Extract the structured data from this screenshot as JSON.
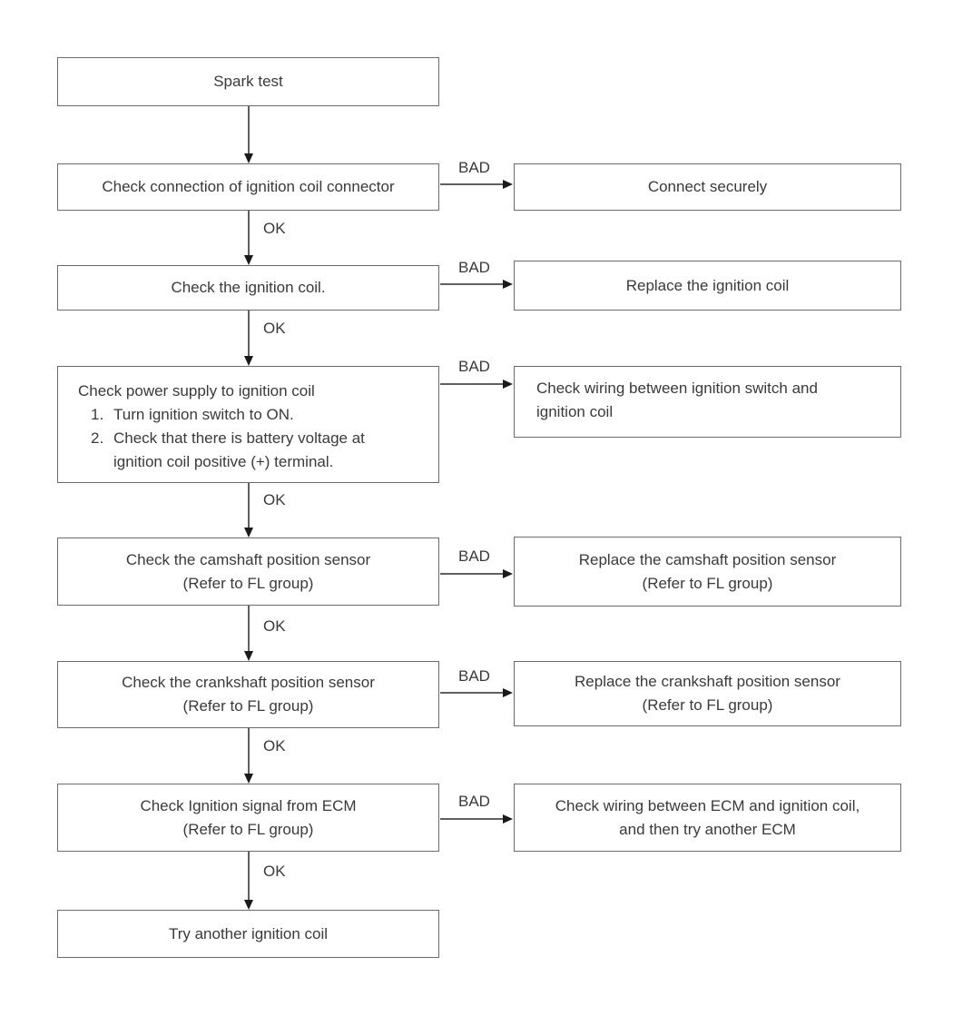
{
  "colors": {
    "background": "#ffffff",
    "box_fill": "#ffffff",
    "border": "#6b6b6b",
    "line": "#606060",
    "arrowhead": "#1a1a1a",
    "text": "#3a3a3a"
  },
  "connectors": {
    "ok_label": "OK",
    "bad_label": "BAD"
  },
  "flowchart": {
    "start": {
      "label": "Spark test"
    },
    "rows": [
      {
        "check": {
          "lines": [
            "Check connection of ignition coil connector"
          ]
        },
        "bad_action": {
          "lines": [
            "Connect securely"
          ]
        }
      },
      {
        "check": {
          "lines": [
            "Check the ignition coil."
          ]
        },
        "bad_action": {
          "lines": [
            "Replace the ignition coil"
          ]
        }
      },
      {
        "check": {
          "title": "Check power supply to ignition coil",
          "steps": [
            {
              "num": "1.",
              "text": "Turn ignition switch to ON."
            },
            {
              "num": "2.",
              "text": "Check that there is battery voltage at ignition coil positive (+) terminal."
            }
          ]
        },
        "bad_action": {
          "lines": [
            "Check wiring between ignition switch and",
            "ignition coil"
          ]
        }
      },
      {
        "check": {
          "lines": [
            "Check the camshaft position sensor",
            "(Refer to FL group)"
          ]
        },
        "bad_action": {
          "lines": [
            "Replace the camshaft position sensor",
            "(Refer to FL group)"
          ]
        }
      },
      {
        "check": {
          "lines": [
            "Check the crankshaft position sensor",
            "(Refer to FL group)"
          ]
        },
        "bad_action": {
          "lines": [
            "Replace the crankshaft position sensor",
            "(Refer to FL group)"
          ]
        }
      },
      {
        "check": {
          "lines": [
            "Check Ignition signal from ECM",
            "(Refer to FL group)"
          ]
        },
        "bad_action": {
          "lines": [
            "Check wiring between ECM and ignition coil,",
            "and then try another ECM"
          ]
        }
      }
    ],
    "end": {
      "label": "Try another ignition coil"
    }
  }
}
